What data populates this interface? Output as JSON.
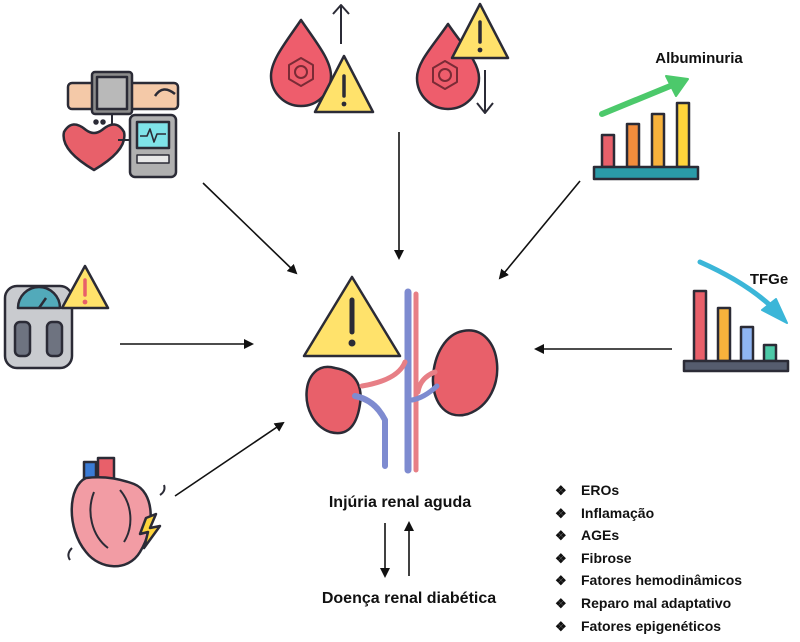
{
  "labels": {
    "albuminuria": "Albuminuria",
    "tfge": "TFGe",
    "aki": "Injúria renal aguda",
    "dkd": "Doença renal diabética"
  },
  "factors": [
    "EROs",
    "Inflamação",
    "AGEs",
    "Fibrose",
    "Fatores hemodinâmicos",
    "Reparo mal adaptativo",
    "Fatores epigenéticos"
  ],
  "icons": {
    "blood_pressure": "blood-pressure-monitor-icon",
    "glucose_up": "blood-glucose-high-warning-icon",
    "glucose_down": "blood-glucose-low-warning-icon",
    "albuminuria_chart": "rising-bar-chart-icon",
    "weight_scale": "weight-scale-warning-icon",
    "tfge_chart": "falling-bar-chart-icon",
    "kidneys": "kidneys-warning-icon",
    "heart": "heart-disease-icon"
  },
  "colors": {
    "warning_yellow": "#FFE26B",
    "kidney_red": "#E8606A",
    "blood_red": "#EE5D6C",
    "outline": "#2B2B36"
  }
}
